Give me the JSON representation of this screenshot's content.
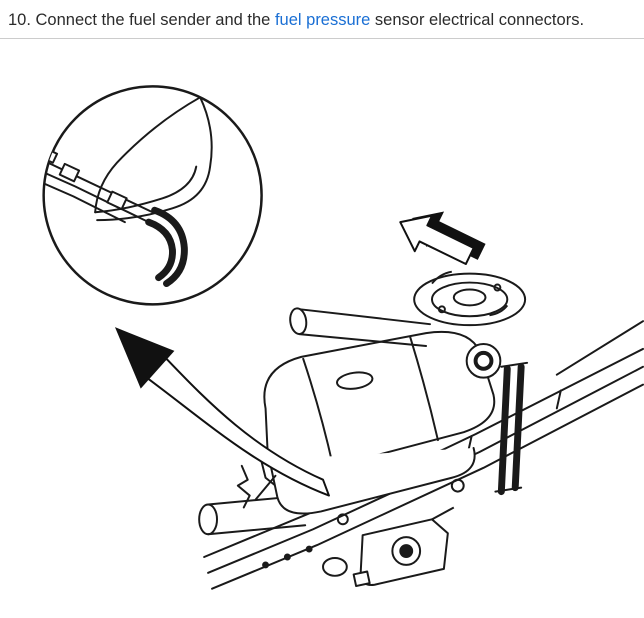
{
  "step": {
    "text_before_link": "10. Connect the fuel sender and the ",
    "link_text": "fuel pressure",
    "text_after_link": " sensor electrical connectors."
  },
  "diagram": {
    "description": "Line-art illustration of truck frame and fuel tank with magnified inset of fuel line electrical connectors",
    "inset_icon": "connector-detail-inset",
    "arrow_icons": [
      "curved-callout-arrow",
      "direction-block-arrow"
    ]
  },
  "colors": {
    "link": "#1a6fd4",
    "text": "#2b2b2b",
    "divider": "#cccccc",
    "line_art": "#1a1a1a",
    "background": "#ffffff"
  }
}
